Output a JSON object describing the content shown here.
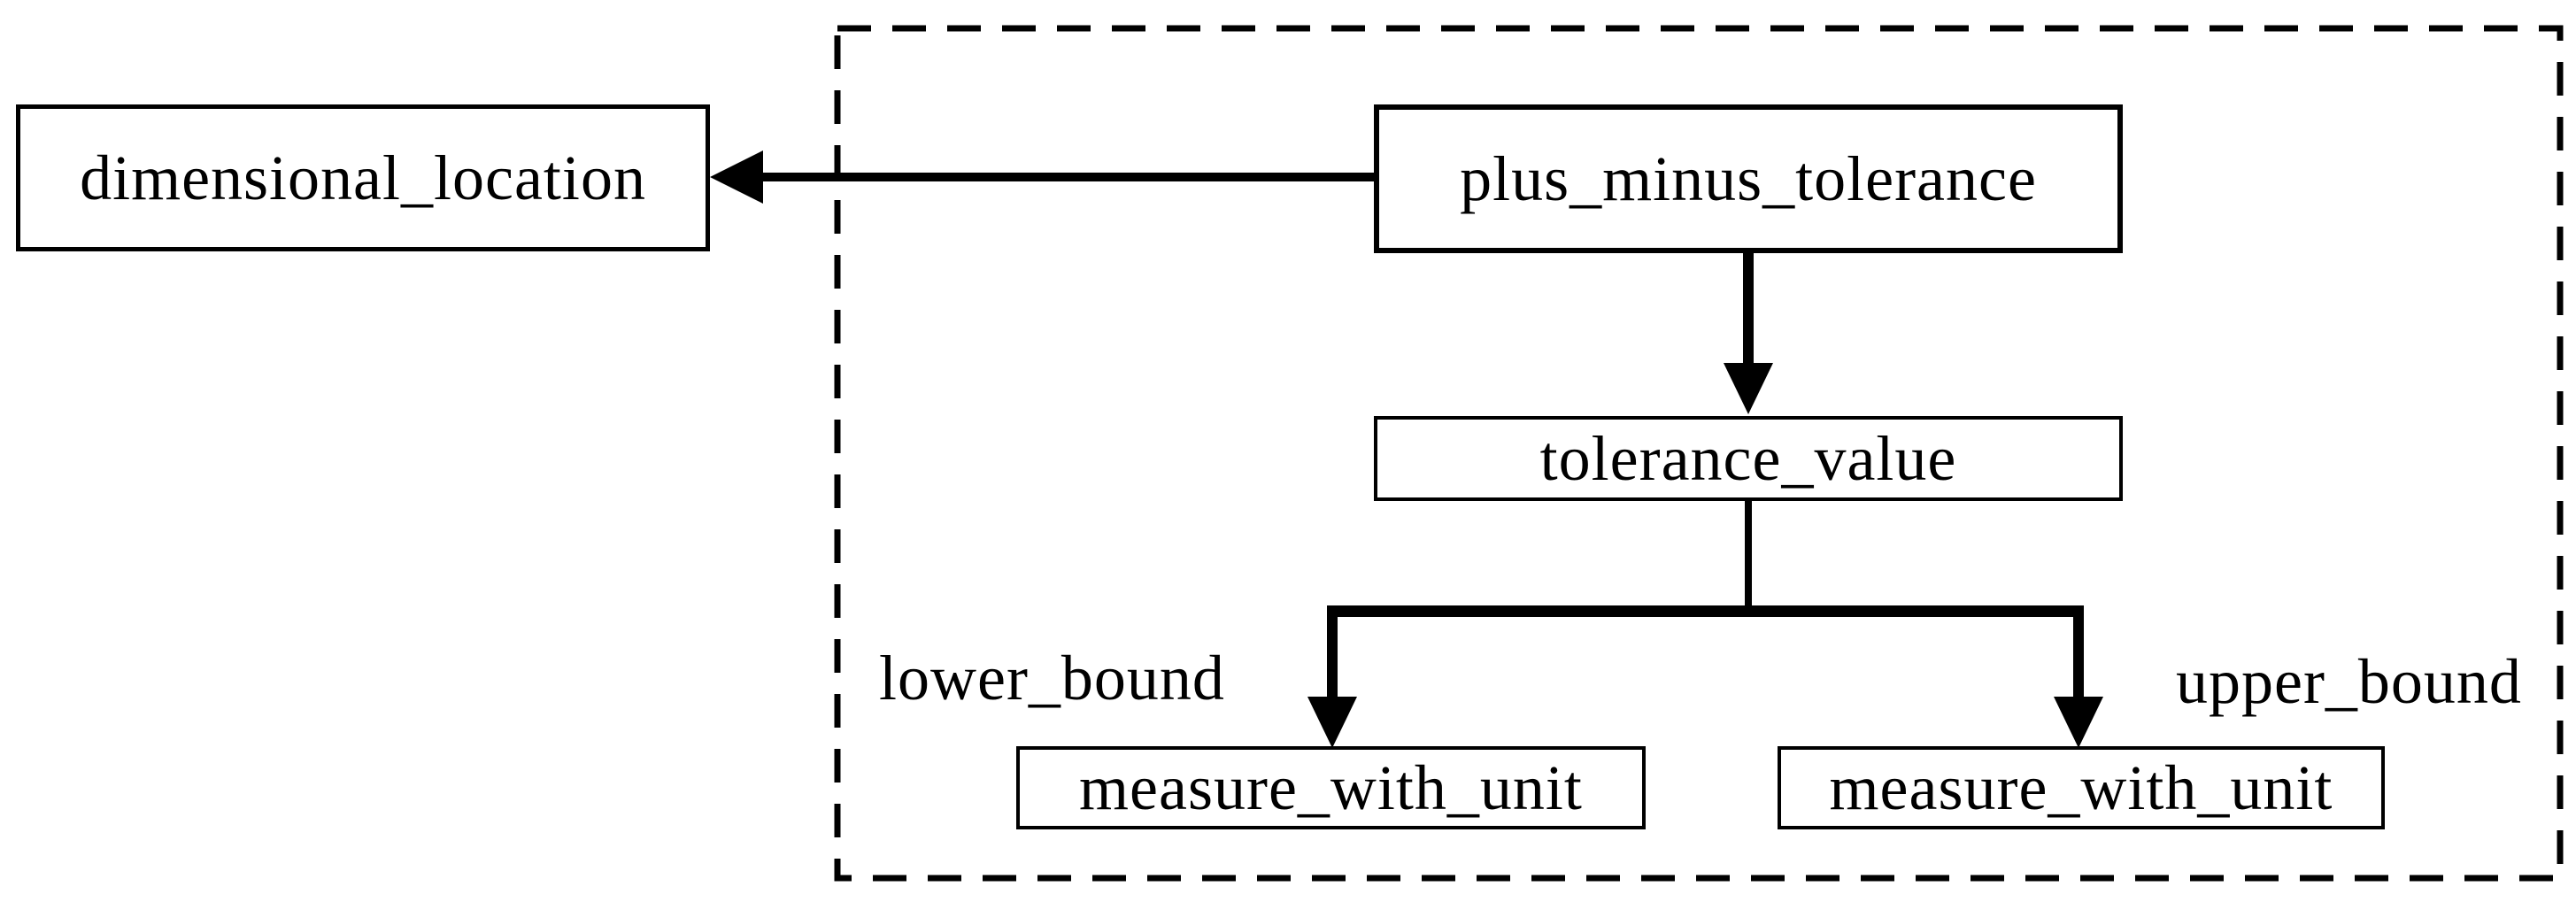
{
  "diagram": {
    "background_color": "#ffffff",
    "line_color": "#000000",
    "nodes": {
      "dimensional_location": {
        "label": "dimensional_location"
      },
      "plus_minus_tolerance": {
        "label": "plus_minus_tolerance"
      },
      "tolerance_value": {
        "label": "tolerance_value"
      },
      "measure_with_unit_lower": {
        "label": "measure_with_unit"
      },
      "measure_with_unit_upper": {
        "label": "measure_with_unit"
      }
    },
    "edges": [
      {
        "from": "plus_minus_tolerance",
        "to": "dimensional_location",
        "label": ""
      },
      {
        "from": "plus_minus_tolerance",
        "to": "tolerance_value",
        "label": ""
      },
      {
        "from": "tolerance_value",
        "to": "measure_with_unit_lower",
        "label": "lower_bound"
      },
      {
        "from": "tolerance_value",
        "to": "measure_with_unit_upper",
        "label": "upper_bound"
      }
    ],
    "dashed_boundary_contains": [
      "plus_minus_tolerance",
      "tolerance_value",
      "measure_with_unit_lower",
      "measure_with_unit_upper"
    ]
  }
}
